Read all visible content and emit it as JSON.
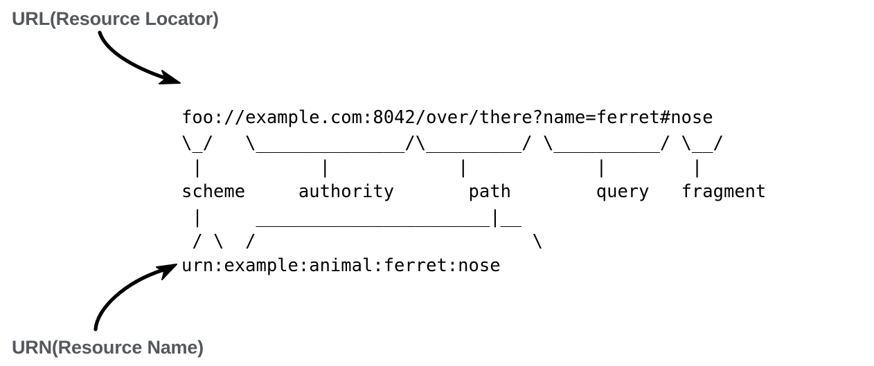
{
  "callouts": {
    "url": "URL(Resource Locator)",
    "urn": "URN(Resource Name)",
    "color": "#55595e"
  },
  "arrows": {
    "url_arrow": "curved-arrow-down-right",
    "urn_arrow": "curved-arrow-up-right",
    "color": "#000000"
  },
  "diagram": {
    "url_example": "foo://example.com:8042/over/there?name=ferret#nose",
    "urn_example": "urn:example:animal:ferret:nose",
    "brace_row": "\\_/   \\______________/\\_________/ \\__________/ \\__/",
    "stem_row": " |           |            |            |        |",
    "labels_row": "scheme     authority       path        query   fragment",
    "urn_stem_row": " |     ______________________|__",
    "urn_brace_row": " / \\  /                          \\",
    "components": [
      {
        "name": "scheme",
        "value": "foo"
      },
      {
        "name": "authority",
        "value": "example.com:8042"
      },
      {
        "name": "path",
        "value": "/over/there"
      },
      {
        "name": "query",
        "value": "name=ferret"
      },
      {
        "name": "fragment",
        "value": "nose"
      }
    ],
    "label_scheme": "scheme",
    "label_authority": "authority",
    "label_path": "path",
    "label_query": "query",
    "label_fragment": "fragment"
  }
}
